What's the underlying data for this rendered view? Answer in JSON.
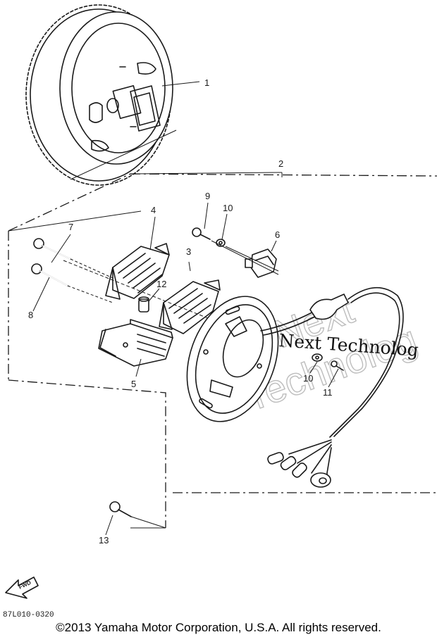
{
  "callouts": {
    "c1": "1",
    "c2": "2",
    "c3": "3",
    "c4": "4",
    "c5": "5",
    "c6": "6",
    "c7": "7",
    "c8": "8",
    "c9": "9",
    "c10a": "10",
    "c10b": "10",
    "c11": "11",
    "c12": "12",
    "c13": "13"
  },
  "fwd_label": "FWD",
  "reference_code": "87L010-0320",
  "watermark": {
    "line_text": "Next Technolog",
    "outline_line1": "Next",
    "outline_line2": "Technolog"
  },
  "copyright": "©2013 Yamaha Motor Corporation, U.S.A. All rights reserved."
}
